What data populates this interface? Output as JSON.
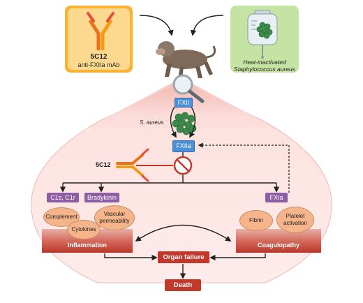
{
  "antibody_panel": {
    "name": "5C12",
    "description": "anti-FXIIa mAb",
    "color": "#f7a526"
  },
  "bacteria_panel": {
    "line1": "Heat-inactivated",
    "line2": "Staphylococcus aureus",
    "color": "#8cc63f"
  },
  "pathway": {
    "fxii": "FXII",
    "s_aureus_label": "S. aureus",
    "fxiia": "FXIIa",
    "inhibitor_label": "5C12"
  },
  "left_branch": {
    "c1s": "C1s, C1r",
    "bradykinin": "Bradykinin",
    "complement": "Complement",
    "cytokines": "Cytokines",
    "vascular_line1": "Vascular",
    "vascular_line2": "permeability",
    "outcome": "Inflammation"
  },
  "right_branch": {
    "fxia": "FXIa",
    "fibrin": "Fibrin",
    "platelet_line1": "Platelet",
    "platelet_line2": "activation",
    "outcome": "Coagulopathy"
  },
  "outcomes": {
    "organ_failure": "Organ failure",
    "death": "Death"
  },
  "colors": {
    "purple": "#8e5ea2",
    "blue": "#4a90d9",
    "red": "#c0392b",
    "pink_bg": "#fde4e1",
    "orange_oval": "#f6b48a"
  }
}
